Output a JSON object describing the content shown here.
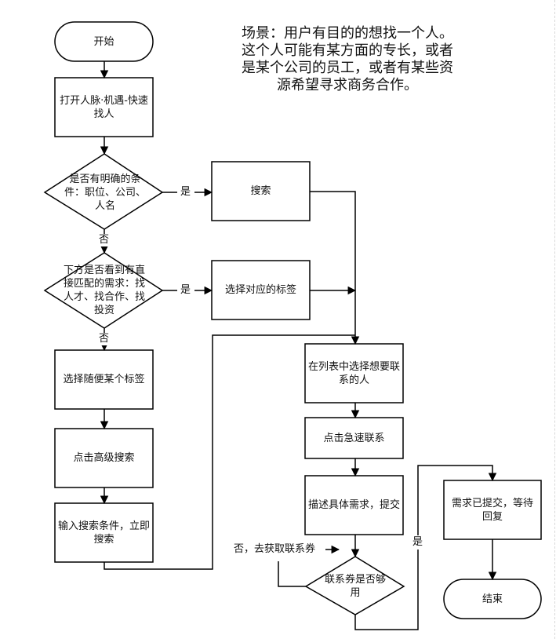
{
  "scenario": {
    "lines": [
      "场景：用户有目的的想找一个人。",
      "这个人可能有某方面的专长，或者",
      "是某个公司的员工，或者有某些资",
      "源希望寻求商务合作。"
    ]
  },
  "nodes": {
    "start": "开始",
    "open_app": "打开人脉·机遇-快速找人",
    "decision_explicit": "是否有明确的条件：职位、公司、人名",
    "search": "搜索",
    "decision_match": "下方是否看到有直接匹配的需求：找人才、找合作、找投资",
    "select_matching_tag": "选择对应的标签",
    "select_random_tag": "选择随便某个标签",
    "advanced_search": "点击高级搜索",
    "enter_conditions": "输入搜索条件，立即搜索",
    "select_person": "在列表中选择想要联系的人",
    "quick_contact": "点击急速联系",
    "describe_need": "描述具体需求，提交",
    "decision_voucher": "联系券是否够用",
    "submitted": "需求已提交，等待回复",
    "end": "结束"
  },
  "edge_labels": {
    "yes_search": "是",
    "no_explicit": "否",
    "yes_tag": "是",
    "no_match": "否",
    "no_voucher": "否，去获取联系券",
    "yes_voucher": "是"
  },
  "colors": {
    "stroke": "#000000",
    "background": "#ffffff"
  }
}
